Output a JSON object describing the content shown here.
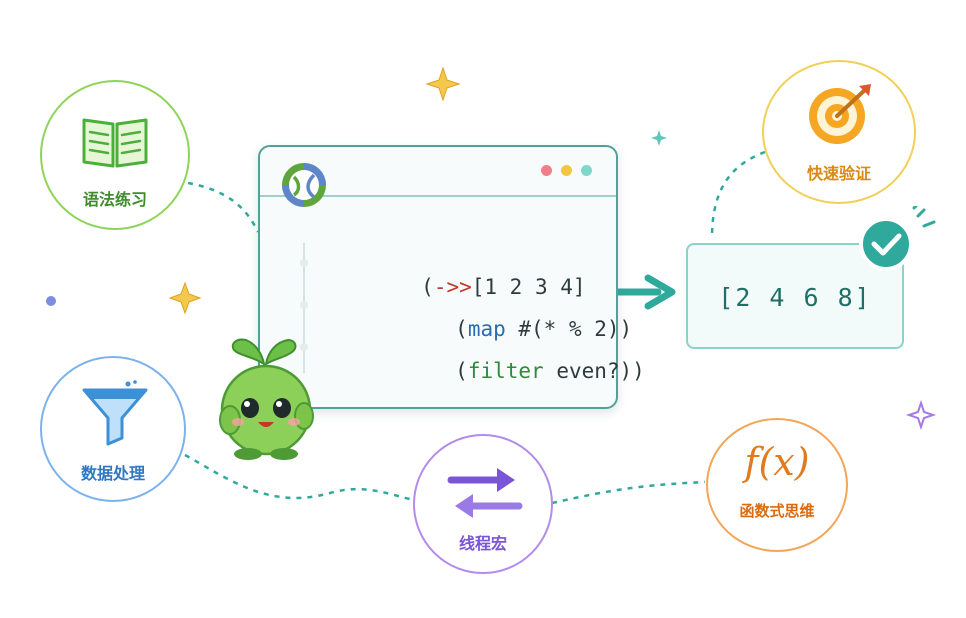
{
  "editor": {
    "code_lines": [
      {
        "open": "(",
        "arrow": "->>",
        "rest": "[1 2 3 4]"
      },
      {
        "open": "(",
        "fn": "map",
        "rest": " #(* % 2))"
      },
      {
        "open": "(",
        "fn": "filter",
        "rest": " even?))"
      }
    ]
  },
  "result": {
    "value": "[2 4 6 8]"
  },
  "nodes": {
    "syntax": {
      "label": "语法练习",
      "icon": "open-book-icon",
      "color": "#7cc24a"
    },
    "verify": {
      "label": "快速验证",
      "icon": "target-icon",
      "color": "#f2c94c"
    },
    "data": {
      "label": "数据处理",
      "icon": "funnel-icon",
      "color": "#6aa8e8"
    },
    "threading": {
      "label": "线程宏",
      "icon": "swap-arrows-icon",
      "color": "#a47be6"
    },
    "functional": {
      "label": "函数式思维",
      "icon": "function-icon",
      "color": "#f2a14a",
      "formula": "f(x)"
    }
  },
  "colors": {
    "teal": "#2fa99c",
    "code_red": "#c0392b",
    "code_blue": "#2b6cb0",
    "code_green": "#2f8a3b"
  }
}
